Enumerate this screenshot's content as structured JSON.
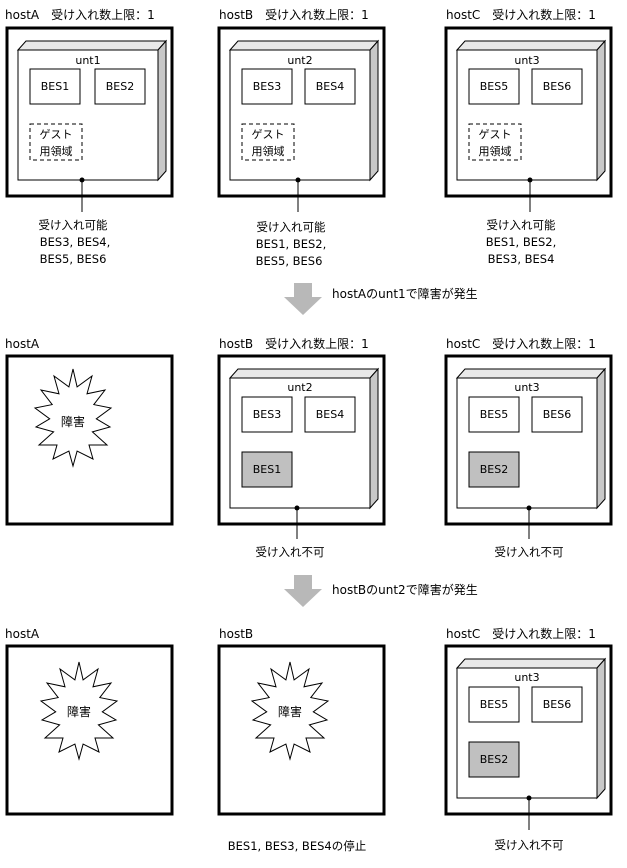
{
  "stage1": {
    "hostA": {
      "header": "hostA　受け入れ数上限：1",
      "unit": "unt1",
      "bes": [
        "BES1",
        "BES2"
      ],
      "guest": [
        "ゲスト",
        "用領域"
      ],
      "note": [
        "受け入れ可能",
        "BES3, BES4,",
        "BES5, BES6"
      ]
    },
    "hostB": {
      "header": "hostB　受け入れ数上限：1",
      "unit": "unt2",
      "bes": [
        "BES3",
        "BES4"
      ],
      "guest": [
        "ゲスト",
        "用領域"
      ],
      "note": [
        "受け入れ可能",
        "BES1, BES2,",
        "BES5, BES6"
      ]
    },
    "hostC": {
      "header": "hostC　受け入れ数上限：1",
      "unit": "unt3",
      "bes": [
        "BES5",
        "BES6"
      ],
      "guest": [
        "ゲスト",
        "用領域"
      ],
      "note": [
        "受け入れ可能",
        "BES1, BES2,",
        "BES3, BES4"
      ]
    }
  },
  "arrow1": "hostAのunt1で障害が発生",
  "stage2": {
    "hostA": {
      "header": "hostA",
      "failure": "障害"
    },
    "hostB": {
      "header": "hostB　受け入れ数上限：1",
      "unit": "unt2",
      "bes": [
        "BES3",
        "BES4"
      ],
      "moved": "BES1",
      "note": "受け入れ不可"
    },
    "hostC": {
      "header": "hostC　受け入れ数上限：1",
      "unit": "unt3",
      "bes": [
        "BES5",
        "BES6"
      ],
      "moved": "BES2",
      "note": "受け入れ不可"
    }
  },
  "arrow2": "hostBのunt2で障害が発生",
  "stage3": {
    "hostA": {
      "header": "hostA",
      "failure": "障害"
    },
    "hostB": {
      "header": "hostB",
      "failure": "障害",
      "note": "BES1, BES3, BES4の停止"
    },
    "hostC": {
      "header": "hostC　受け入れ数上限：1",
      "unit": "unt3",
      "bes": [
        "BES5",
        "BES6"
      ],
      "moved": "BES2",
      "note": "受け入れ不可"
    }
  },
  "colors": {
    "line": "#000000",
    "moved_fill": "#c0c0c0",
    "arrow": "#b8b8b8",
    "unit_side": "#c8c8c8"
  }
}
